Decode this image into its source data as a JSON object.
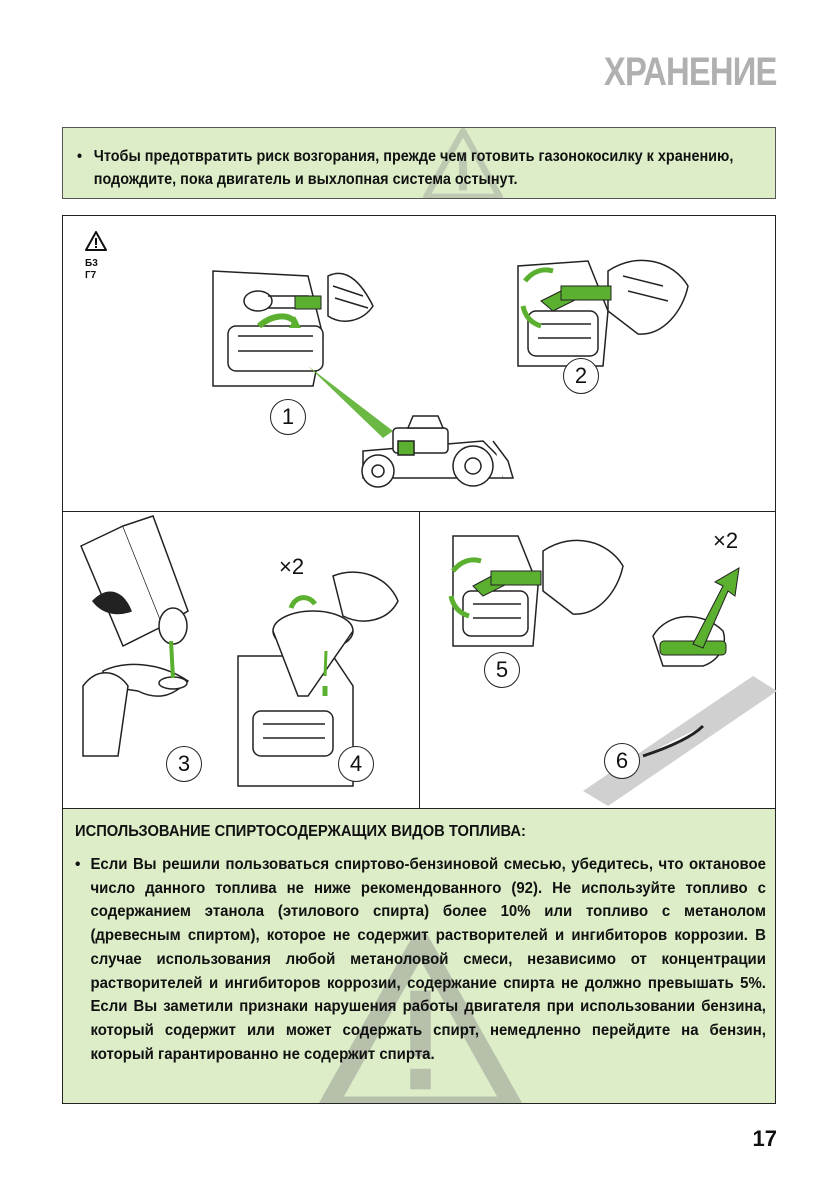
{
  "header": {
    "title": "ХРАНЕНИЕ"
  },
  "top_warning": {
    "text": "Чтобы предотвратить риск возгорания, прежде чем готовить газонокосилку к хранению, подождите, пока двигатель и выхлопная система остынут."
  },
  "figure": {
    "safety_codes": [
      "Б3",
      "Г7"
    ],
    "steps": [
      "1",
      "2",
      "3",
      "4",
      "5",
      "6"
    ],
    "repeat_4": "×2",
    "repeat_6": "×2",
    "accent_color": "#5cb030"
  },
  "alcohol_section": {
    "heading": "ИСПОЛЬЗОВАНИЕ СПИРТОСОДЕРЖАЩИХ ВИДОВ ТОПЛИВА:",
    "body": "Если Вы решили пользоваться спиртово-бензиновой смесью, убедитесь, что октановое число данного топлива не ниже рекомендованного (92). Не используйте топливо с содержанием этанола (этилового спирта) более 10% или топливо с метанолом (древесным спиртом), которое не содержит растворителей и ингибиторов коррозии. В случае использования любой метаноловой смеси, независимо от концентрации растворителей и ингибиторов коррозии, содержание спирта не должно превышать 5%. Если Вы заметили признаки нарушения работы двигателя при использовании бензина, который содержит или может содержать спирт, немедленно перейдите на бензин, который гарантированно не содержит спирта."
  },
  "footer": {
    "page_number": "17"
  },
  "colors": {
    "panel_bg": "#dcedc8",
    "title_gray": "#b0b0b0",
    "green": "#5cb030"
  }
}
